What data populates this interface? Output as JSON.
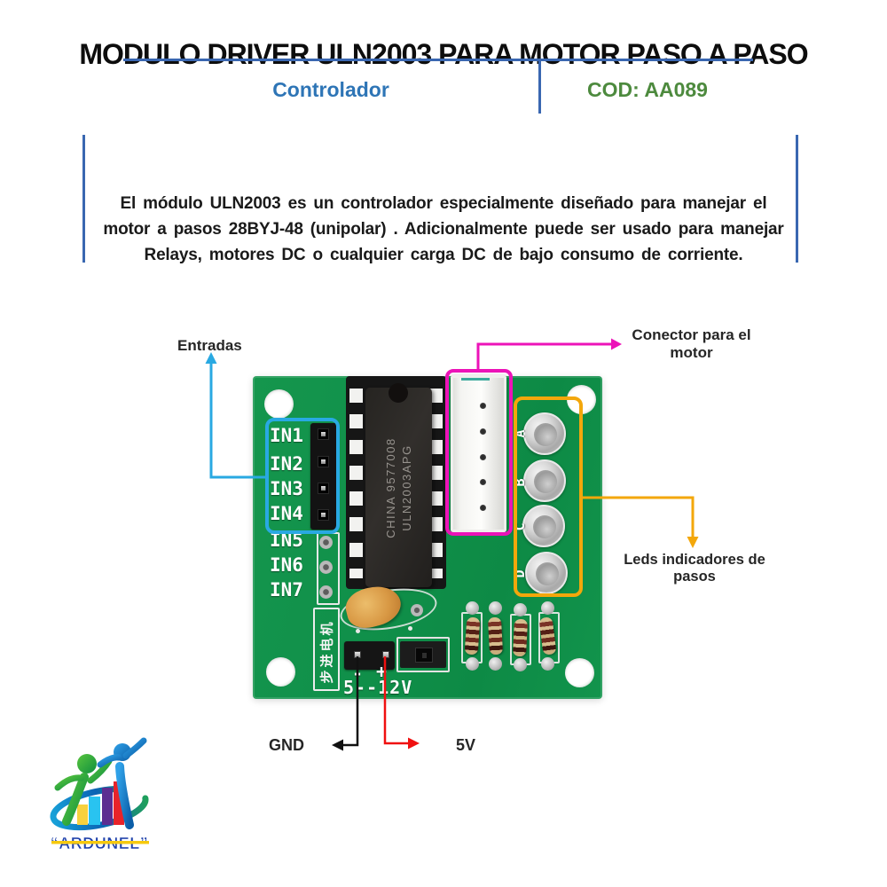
{
  "header": {
    "title": "MODULO DRIVER ULN2003 PARA MOTOR PASO A PASO",
    "category_label": "Controlador",
    "code_label": "COD: AA089"
  },
  "description": {
    "text": "El módulo ULN2003 es un controlador especialmente diseñado para manejar el motor a pasos 28BYJ-48 (unipolar) . Adicionalmente puede ser usado para manejar Relays, motores DC o cualquier carga DC de bajo consumo de corriente."
  },
  "annotations": {
    "inputs_label": "Entradas",
    "motor_connector_label": "Conector para el motor",
    "leds_label": "Leds indicadores de pasos",
    "gnd_label": "GND",
    "v5_label": "5V"
  },
  "pcb": {
    "input_labels": [
      "IN1",
      "IN2",
      "IN3",
      "IN4",
      "IN5",
      "IN6",
      "IN7"
    ],
    "led_labels": [
      "A",
      "B",
      "C",
      "D"
    ],
    "chip": {
      "line1": "CHINA  9577008",
      "line2": "ULN2003APG"
    },
    "silkscreen": {
      "cn_text": "步进电机",
      "minus": "-",
      "plus": "+",
      "voltage": "5--12V"
    }
  },
  "logo": {
    "brand": "“ARDUNEL”"
  },
  "colors": {
    "rule_blue": "#3a67b1",
    "category_blue": "#2e75b6",
    "code_green": "#4d8a3e",
    "pcb_green": "#10904a",
    "callout_cyan": "#29a9e2",
    "callout_magenta": "#ec13b8",
    "callout_yellow": "#f3a70b",
    "wire_black": "#111111",
    "wire_red": "#f01010",
    "brand_blue": "#1c3fa9",
    "brand_underline_yellow": "#f6c90e"
  }
}
